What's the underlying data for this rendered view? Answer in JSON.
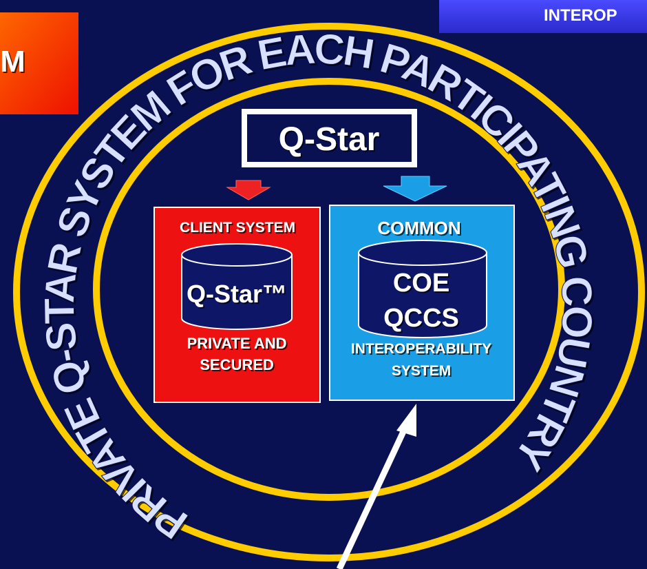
{
  "colors": {
    "background": "#0a1153",
    "ring": "#ffcc00",
    "ring_text": "#d8e0ff",
    "client_box": "#ee1111",
    "common_box": "#1a9fe6",
    "cylinder": "#0e1668",
    "red_arrow": "#ee2222",
    "blue_arrow": "#1a9fe6",
    "header_bar": "#3333ee",
    "corner_box": "#ff3300"
  },
  "corner_label": "M",
  "header_label": "INTEROP",
  "ring_text": "PRIVATE Q-STAR SYSTEM FOR EACH PARTICIPATING COUNTRY",
  "title": "Q-Star",
  "client": {
    "header": "CLIENT SYSTEM",
    "db_label": "Q-Star™",
    "footer_line1": "PRIVATE AND",
    "footer_line2": "SECURED"
  },
  "common": {
    "header": "COMMON",
    "db_line1": "COE",
    "db_line2": "QCCS",
    "footer_line1": "INTEROPERABILITY",
    "footer_line2": "SYSTEM"
  }
}
